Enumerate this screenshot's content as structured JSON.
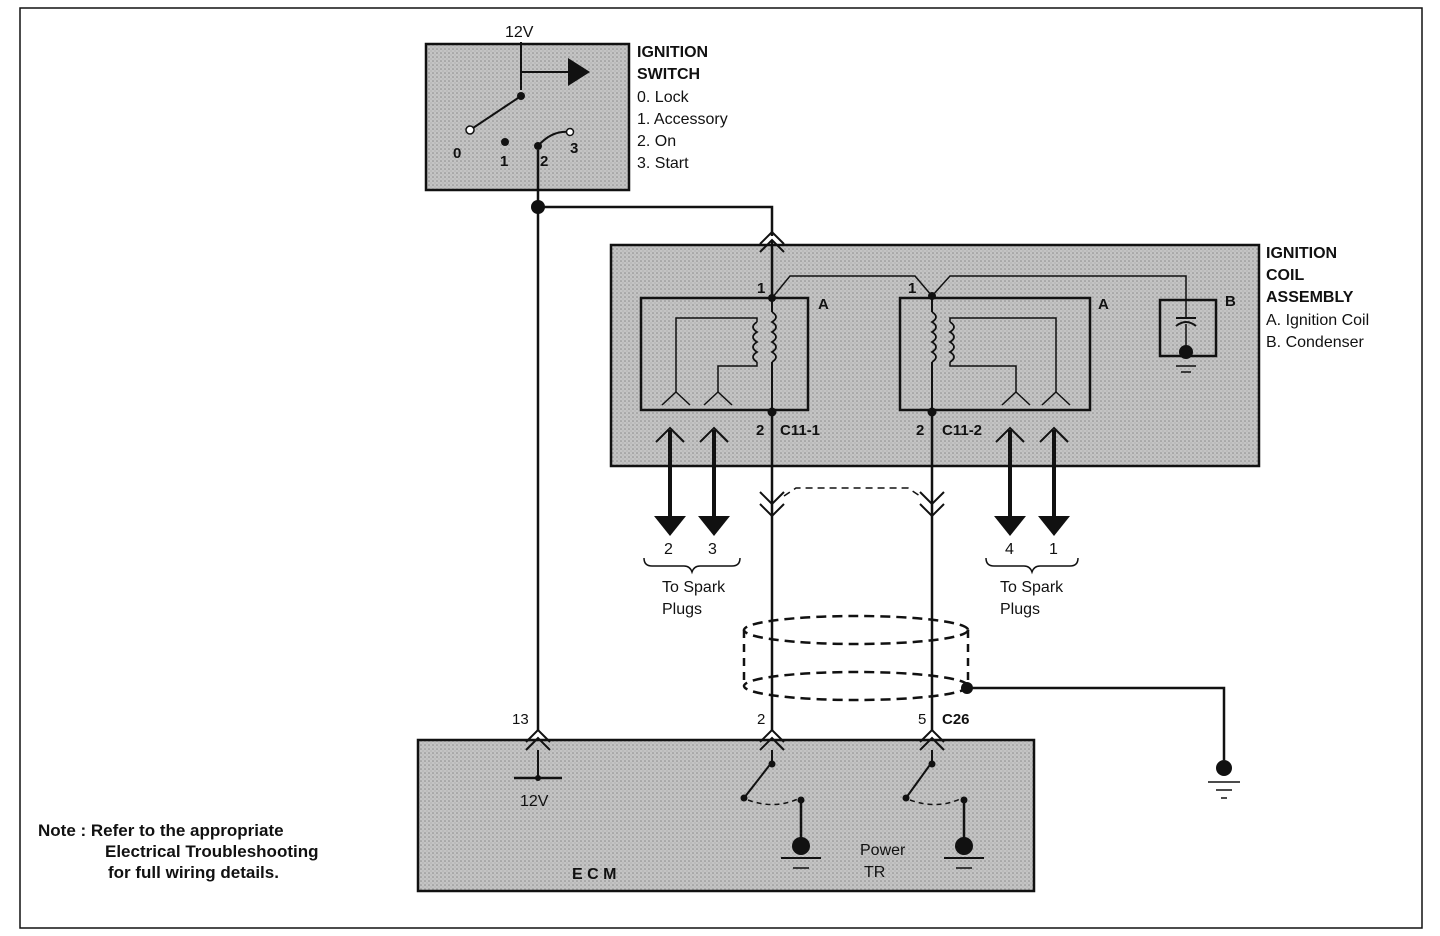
{
  "switch": {
    "supply": "12V",
    "title_line1": "IGNITION",
    "title_line2": "SWITCH",
    "positions": [
      "0. Lock",
      "1. Accessory",
      "2. On",
      "3. Start"
    ],
    "pin_labels": [
      "0",
      "1",
      "2",
      "3"
    ]
  },
  "coil": {
    "title_line1": "IGNITION",
    "title_line2": "COIL",
    "title_line3": "ASSEMBLY",
    "legend": [
      "A. Ignition Coil",
      "B. Condenser"
    ],
    "coil_a_label": "A",
    "coil_a2_label": "A",
    "condenser_label": "B",
    "pin1_left": "1",
    "pin1_right": "1",
    "pin2_left": "2",
    "pin2_right": "2",
    "connector_left": "C11-1",
    "connector_right": "C11-2"
  },
  "spark": {
    "left_numbers": [
      "2",
      "3"
    ],
    "right_numbers": [
      "4",
      "1"
    ],
    "left_text_line1": "To Spark",
    "left_text_line2": "Plugs",
    "right_text_line1": "To Spark",
    "right_text_line2": "Plugs"
  },
  "ecm": {
    "pin13": "13",
    "pin2": "2",
    "pin5": "5",
    "connector": "C26",
    "supply": "12V",
    "power_tr_line1": "Power",
    "power_tr_line2": "TR",
    "name": "E C M"
  },
  "note": {
    "line1": "Note : Refer to the appropriate",
    "line2": "Electrical Troubleshooting",
    "line3": "for full wiring details."
  },
  "colors": {
    "box_fill": "#c9c9c9",
    "line": "#111111"
  }
}
